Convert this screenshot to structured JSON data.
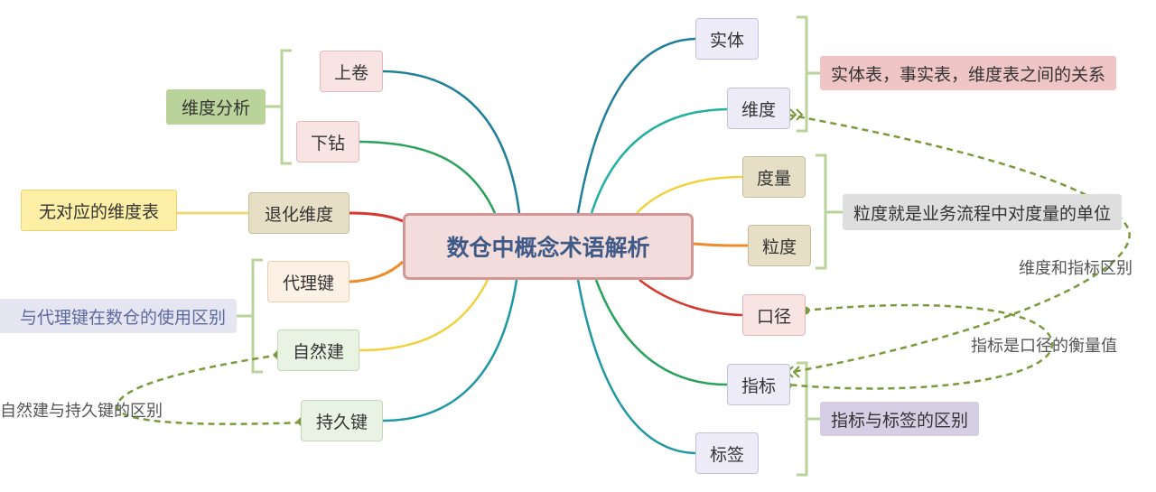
{
  "root": "数仓中概念术语解析",
  "left_nodes": {
    "up_roll": "上卷",
    "drill_down": "下钻",
    "degenerate_dim": "退化维度",
    "surrogate_key": "代理键",
    "natural_key": "自然建",
    "durable_key": "持久键"
  },
  "left_summaries": {
    "dim_analysis": "维度分析",
    "no_dim_table": "无对应的维度表",
    "surrogate_usage": "与代理键在数仓的使用区别"
  },
  "right_nodes": {
    "entity": "实体",
    "dimension": "维度",
    "measure": "度量",
    "grain": "粒度",
    "caliber": "口径",
    "metric": "指标",
    "tag": "标签"
  },
  "right_summaries": {
    "entity_relation": "实体表，事实表，维度表之间的关系",
    "grain_def": "粒度就是业务流程中对度量的单位",
    "metric_vs_tag": "指标与标签的区别"
  },
  "relation_labels": {
    "dim_vs_metric": "维度和指标区别",
    "metric_caliber": "指标是口径的衡量值",
    "natural_vs_durable": "自然建与持久键的区别"
  },
  "colors": {
    "root_fill": "#f2dcdc",
    "root_border": "#d29696",
    "root_text": "#3f5a86",
    "bracket": "#b9d39a",
    "dashed_relation": "#7a9a3c"
  }
}
